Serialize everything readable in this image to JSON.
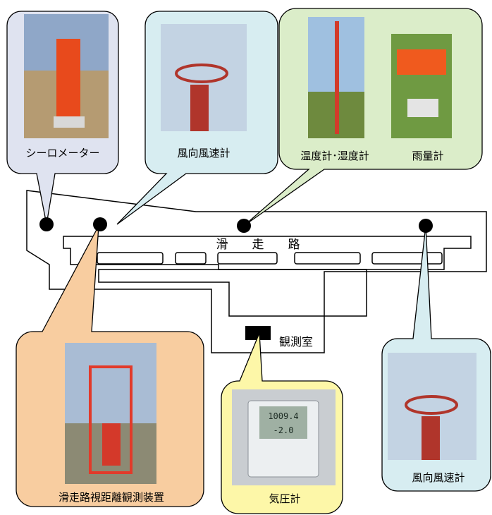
{
  "runway": {
    "label": "滑　　走　　路"
  },
  "observation_room": {
    "label": "観測室"
  },
  "callouts": {
    "ceilometer": {
      "label": "シーロメーター",
      "fill": "#dfe3f0"
    },
    "anemometer_west": {
      "label": "風向風速計",
      "fill": "#d7edf1"
    },
    "thermo_hygro": {
      "label": "温度計･湿度計",
      "fill": "#dbedc9"
    },
    "rain_gauge": {
      "label": "雨量計"
    },
    "rvr": {
      "label": "滑走路視距離観測装置",
      "fill": "#f8cda0"
    },
    "barometer": {
      "label": "気圧計",
      "fill": "#fdf7a8"
    },
    "anemometer_east": {
      "label": "風向風速計",
      "fill": "#d7edf1"
    }
  },
  "barometer_display": {
    "line1": "1009.4",
    "line2": "-2.0"
  }
}
